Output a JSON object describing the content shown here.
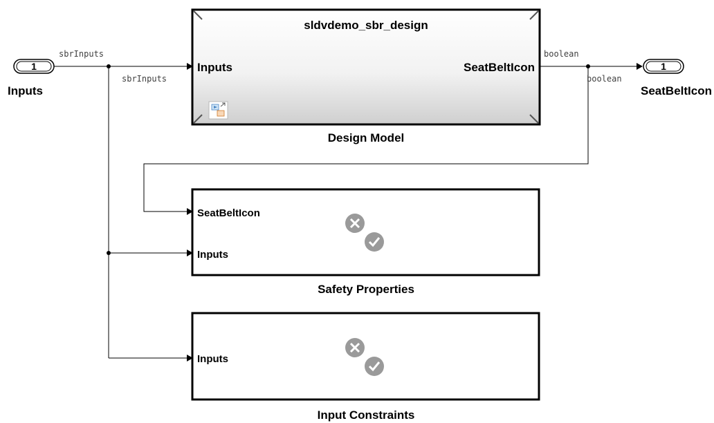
{
  "ports": {
    "in_number": "1",
    "in_name": "Inputs",
    "out_number": "1",
    "out_name": "SeatBeltIcon"
  },
  "signals": {
    "in_signal_left": "sbrInputs",
    "in_signal_right": "sbrInputs",
    "out_signal_left": "boolean",
    "out_signal_right": "boolean"
  },
  "design_model": {
    "inner_title": "sldvdemo_sbr_design",
    "port_in": "Inputs",
    "port_out": "SeatBeltIcon",
    "caption": "Design Model"
  },
  "safety_properties": {
    "port_1": "SeatBeltIcon",
    "port_2": "Inputs",
    "caption": "Safety Properties"
  },
  "input_constraints": {
    "port_1": "Inputs",
    "caption": "Input Constraints"
  },
  "colors": {
    "icon_gray": "#9a9a9a",
    "wire": "#000000"
  }
}
